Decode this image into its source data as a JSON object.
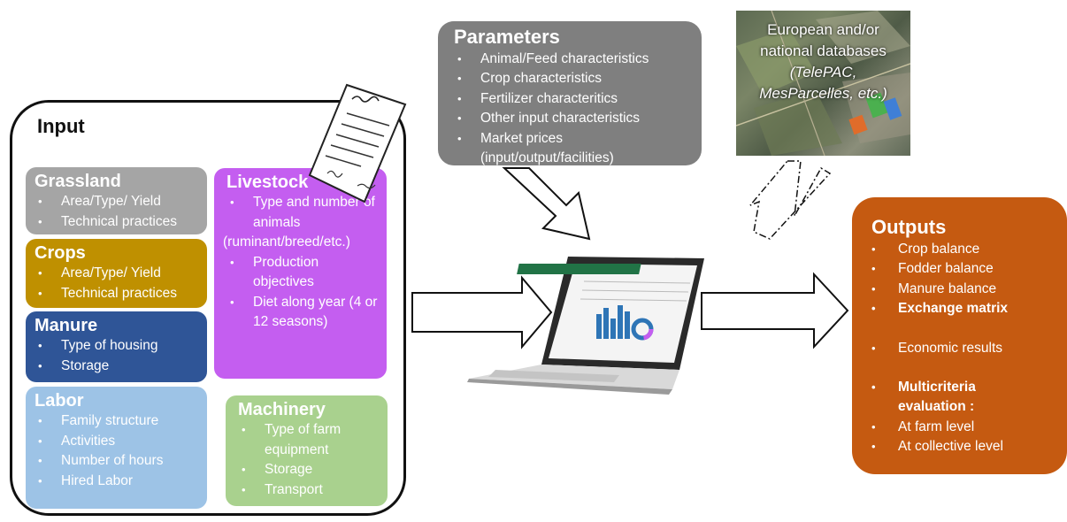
{
  "input": {
    "title": "Input",
    "grassland": {
      "title": "Grassland",
      "items": [
        "Area/Type/ Yield",
        "Technical practices"
      ],
      "color": "#a5a5a5"
    },
    "crops": {
      "title": "Crops",
      "items": [
        "Area/Type/ Yield",
        "Technical practices"
      ],
      "color": "#bf9000"
    },
    "manure": {
      "title": "Manure",
      "items": [
        "Type of housing",
        "Storage"
      ],
      "color": "#2f5597"
    },
    "labor": {
      "title": "Labor",
      "items": [
        "Family structure",
        "Activities",
        "Number of hours",
        "Hired Labor"
      ],
      "color": "#9dc3e6"
    },
    "livestock": {
      "title": "Livestock",
      "items": [
        "Type and number of animals",
        "(ruminant/breed/etc.)",
        "Production objectives",
        "Diet along year (4 or 12 seasons)"
      ],
      "color": "#c45ef0"
    },
    "machinery": {
      "title": "Machinery",
      "items": [
        "Type of farm equipment",
        "Storage",
        "Transport"
      ],
      "color": "#a9d18e"
    }
  },
  "parameters": {
    "title": "Parameters",
    "items": [
      "Animal/Feed characteristics",
      "Crop characteristics",
      "Fertilizer characteritics",
      "Other input characteristics",
      "Market prices (input/output/facilities)"
    ],
    "color": "#7f7f7f"
  },
  "databases": {
    "line1": "European and/or",
    "line2": "national databases",
    "line3": "(TelePAC,",
    "line4": "MesParcelles, etc.)"
  },
  "outputs": {
    "title": "Outputs",
    "items": [
      "Crop balance",
      "Fodder balance",
      "Manure balance",
      "Exchange matrix",
      "Economic results",
      "Multicriteria evaluation :",
      "At farm level",
      "At collective level"
    ],
    "color": "#c55a11"
  },
  "icons": [
    "document-icon",
    "laptop-icon",
    "satellite-map-image"
  ]
}
